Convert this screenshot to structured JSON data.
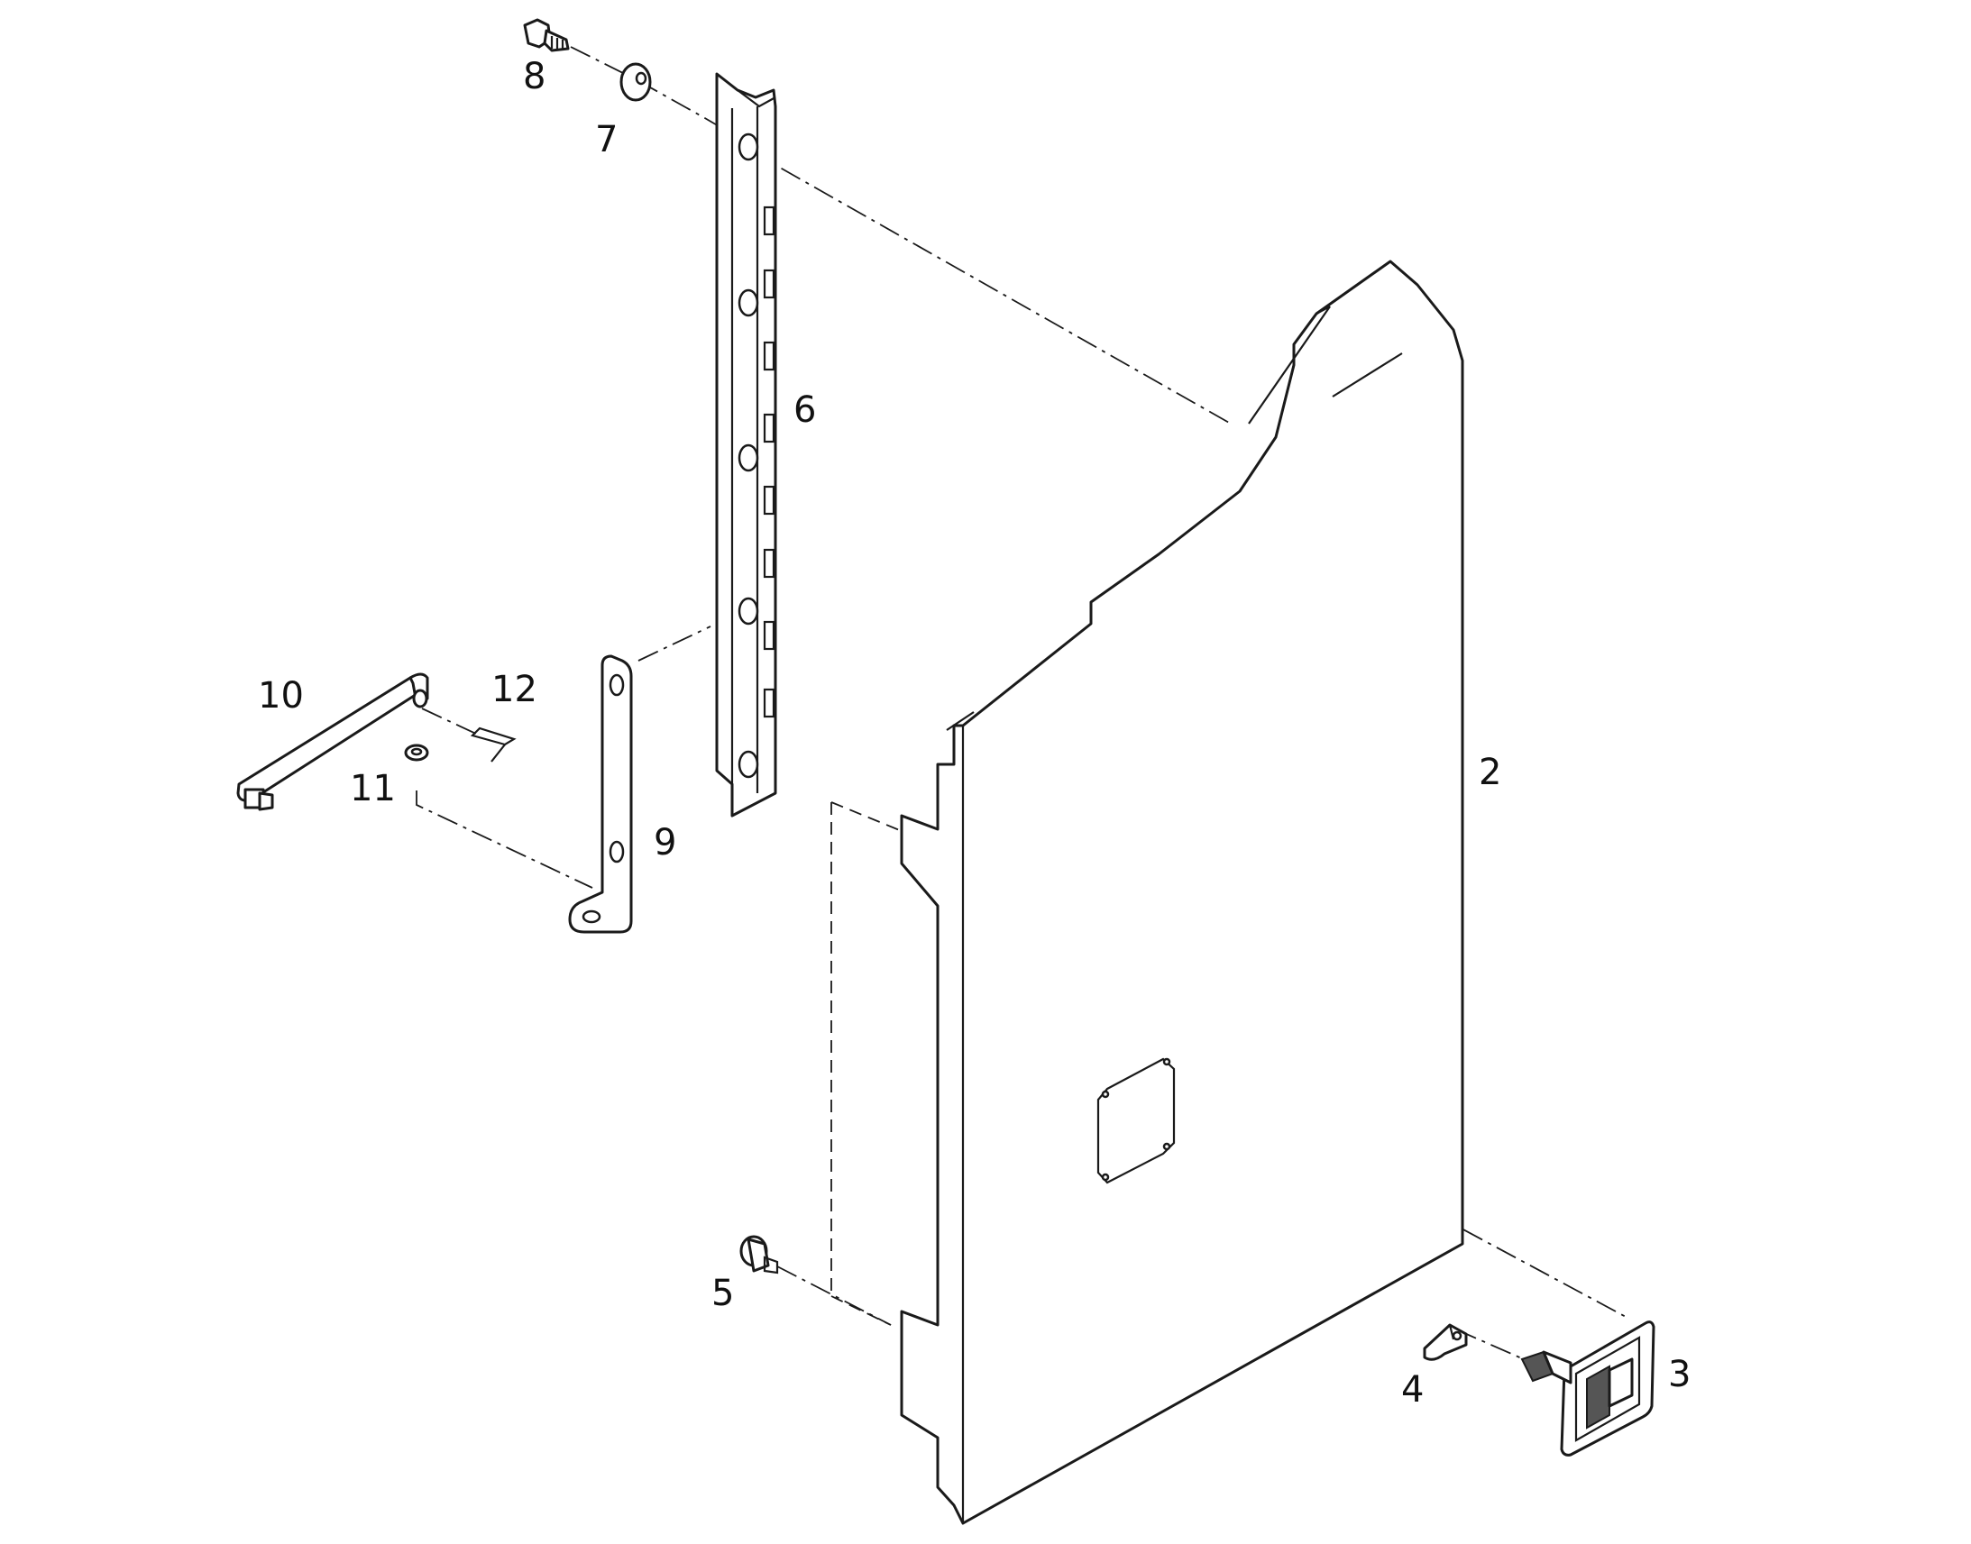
{
  "callouts": {
    "c2": "2",
    "c3": "3",
    "c4": "4",
    "c5": "5",
    "c6": "6",
    "c7": "7",
    "c8": "8",
    "c9": "9",
    "c10": "10",
    "c11": "11",
    "c12": "12"
  },
  "colors": {
    "line": "#1a1a1a",
    "background": "#ffffff"
  }
}
